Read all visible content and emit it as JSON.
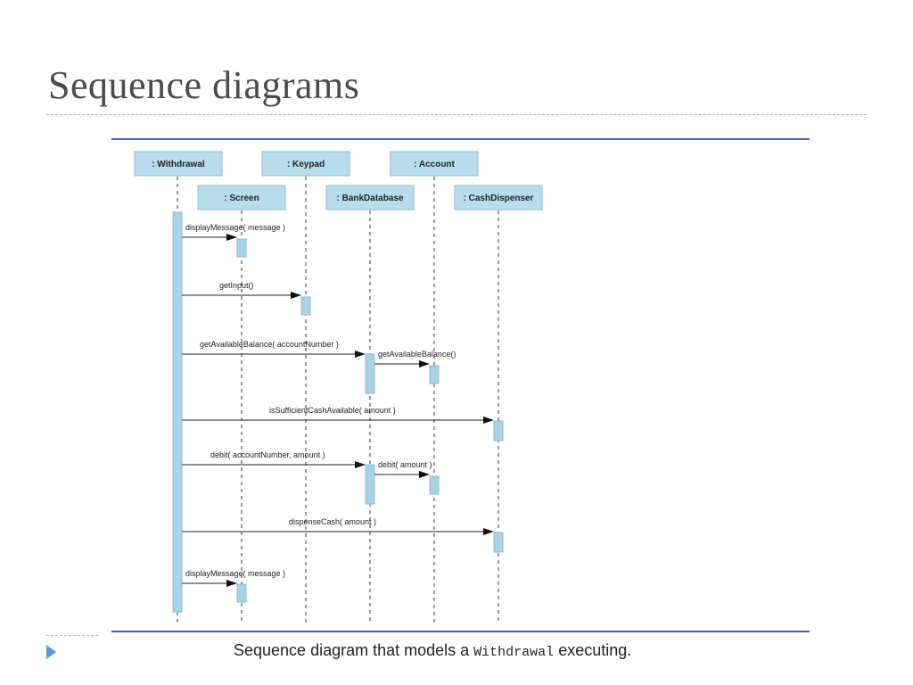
{
  "slide": {
    "title": "Sequence diagrams",
    "caption_prefix": "Sequence diagram that models a ",
    "caption_code": "Withdrawal",
    "caption_suffix": " executing."
  },
  "diagram": {
    "participants": [
      {
        "id": "withdrawal",
        "label": ": Withdrawal"
      },
      {
        "id": "keypad",
        "label": ": Keypad"
      },
      {
        "id": "account",
        "label": ": Account"
      },
      {
        "id": "screen",
        "label": ": Screen"
      },
      {
        "id": "bankdatabase",
        "label": ": BankDatabase"
      },
      {
        "id": "cashdispenser",
        "label": ": CashDispenser"
      }
    ],
    "messages": [
      {
        "id": "msg-display-message-1",
        "label": "displayMessage( message )"
      },
      {
        "id": "msg-get-input",
        "label": "getInput()"
      },
      {
        "id": "msg-get-available-balance-1",
        "label": "getAvailableBalance( accountNumber )"
      },
      {
        "id": "msg-get-available-balance-2",
        "label": "getAvailableBalance()"
      },
      {
        "id": "msg-is-sufficient-cash",
        "label": "isSufficientCashAvailable( amount )"
      },
      {
        "id": "msg-debit-1",
        "label": "debit( accountNumber, amount )"
      },
      {
        "id": "msg-debit-2",
        "label": "debit( amount )"
      },
      {
        "id": "msg-dispense-cash",
        "label": "dispenseCash( amount )"
      },
      {
        "id": "msg-display-message-2",
        "label": "displayMessage( message )"
      }
    ],
    "colors": {
      "box_fill": "#b9dcec",
      "box_stroke": "#8cbcd3",
      "activation_fill": "#a9d2e6",
      "frame_rule": "#4a5fc1",
      "title_text": "#4b4b4b"
    }
  }
}
